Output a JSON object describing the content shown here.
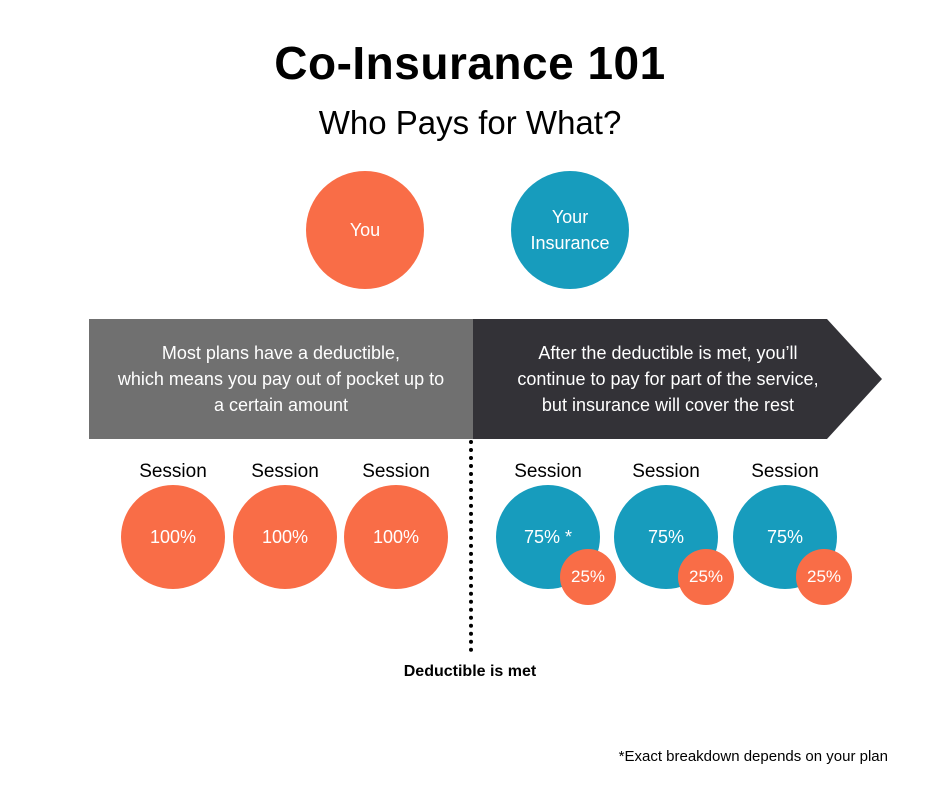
{
  "title": "Co-Insurance 101",
  "subtitle": "Who Pays for What?",
  "legend": {
    "you": "You",
    "insurance_line1": "Your",
    "insurance_line2": "Insurance"
  },
  "banner": {
    "left": [
      "Most plans have a deductible,",
      "which means you pay out of pocket up to",
      "a certain amount"
    ],
    "right": [
      "After the deductible is met, you’ll",
      "continue to pay for part of the service,",
      "but insurance will cover the rest"
    ]
  },
  "before": [
    {
      "label": "Session",
      "you": "100%"
    },
    {
      "label": "Session",
      "you": "100%"
    },
    {
      "label": "Session",
      "you": "100%"
    }
  ],
  "after": [
    {
      "label": "Session",
      "insurance": "75% *",
      "you": "25%"
    },
    {
      "label": "Session",
      "insurance": "75%",
      "you": "25%"
    },
    {
      "label": "Session",
      "insurance": "75%",
      "you": "25%"
    }
  ],
  "deductible_label": "Deductible is met",
  "footnote": "*Exact breakdown depends on your plan",
  "colors": {
    "you": "#F96D47",
    "insurance": "#179CBD",
    "before_banner": "#707070",
    "after_banner": "#333237"
  }
}
